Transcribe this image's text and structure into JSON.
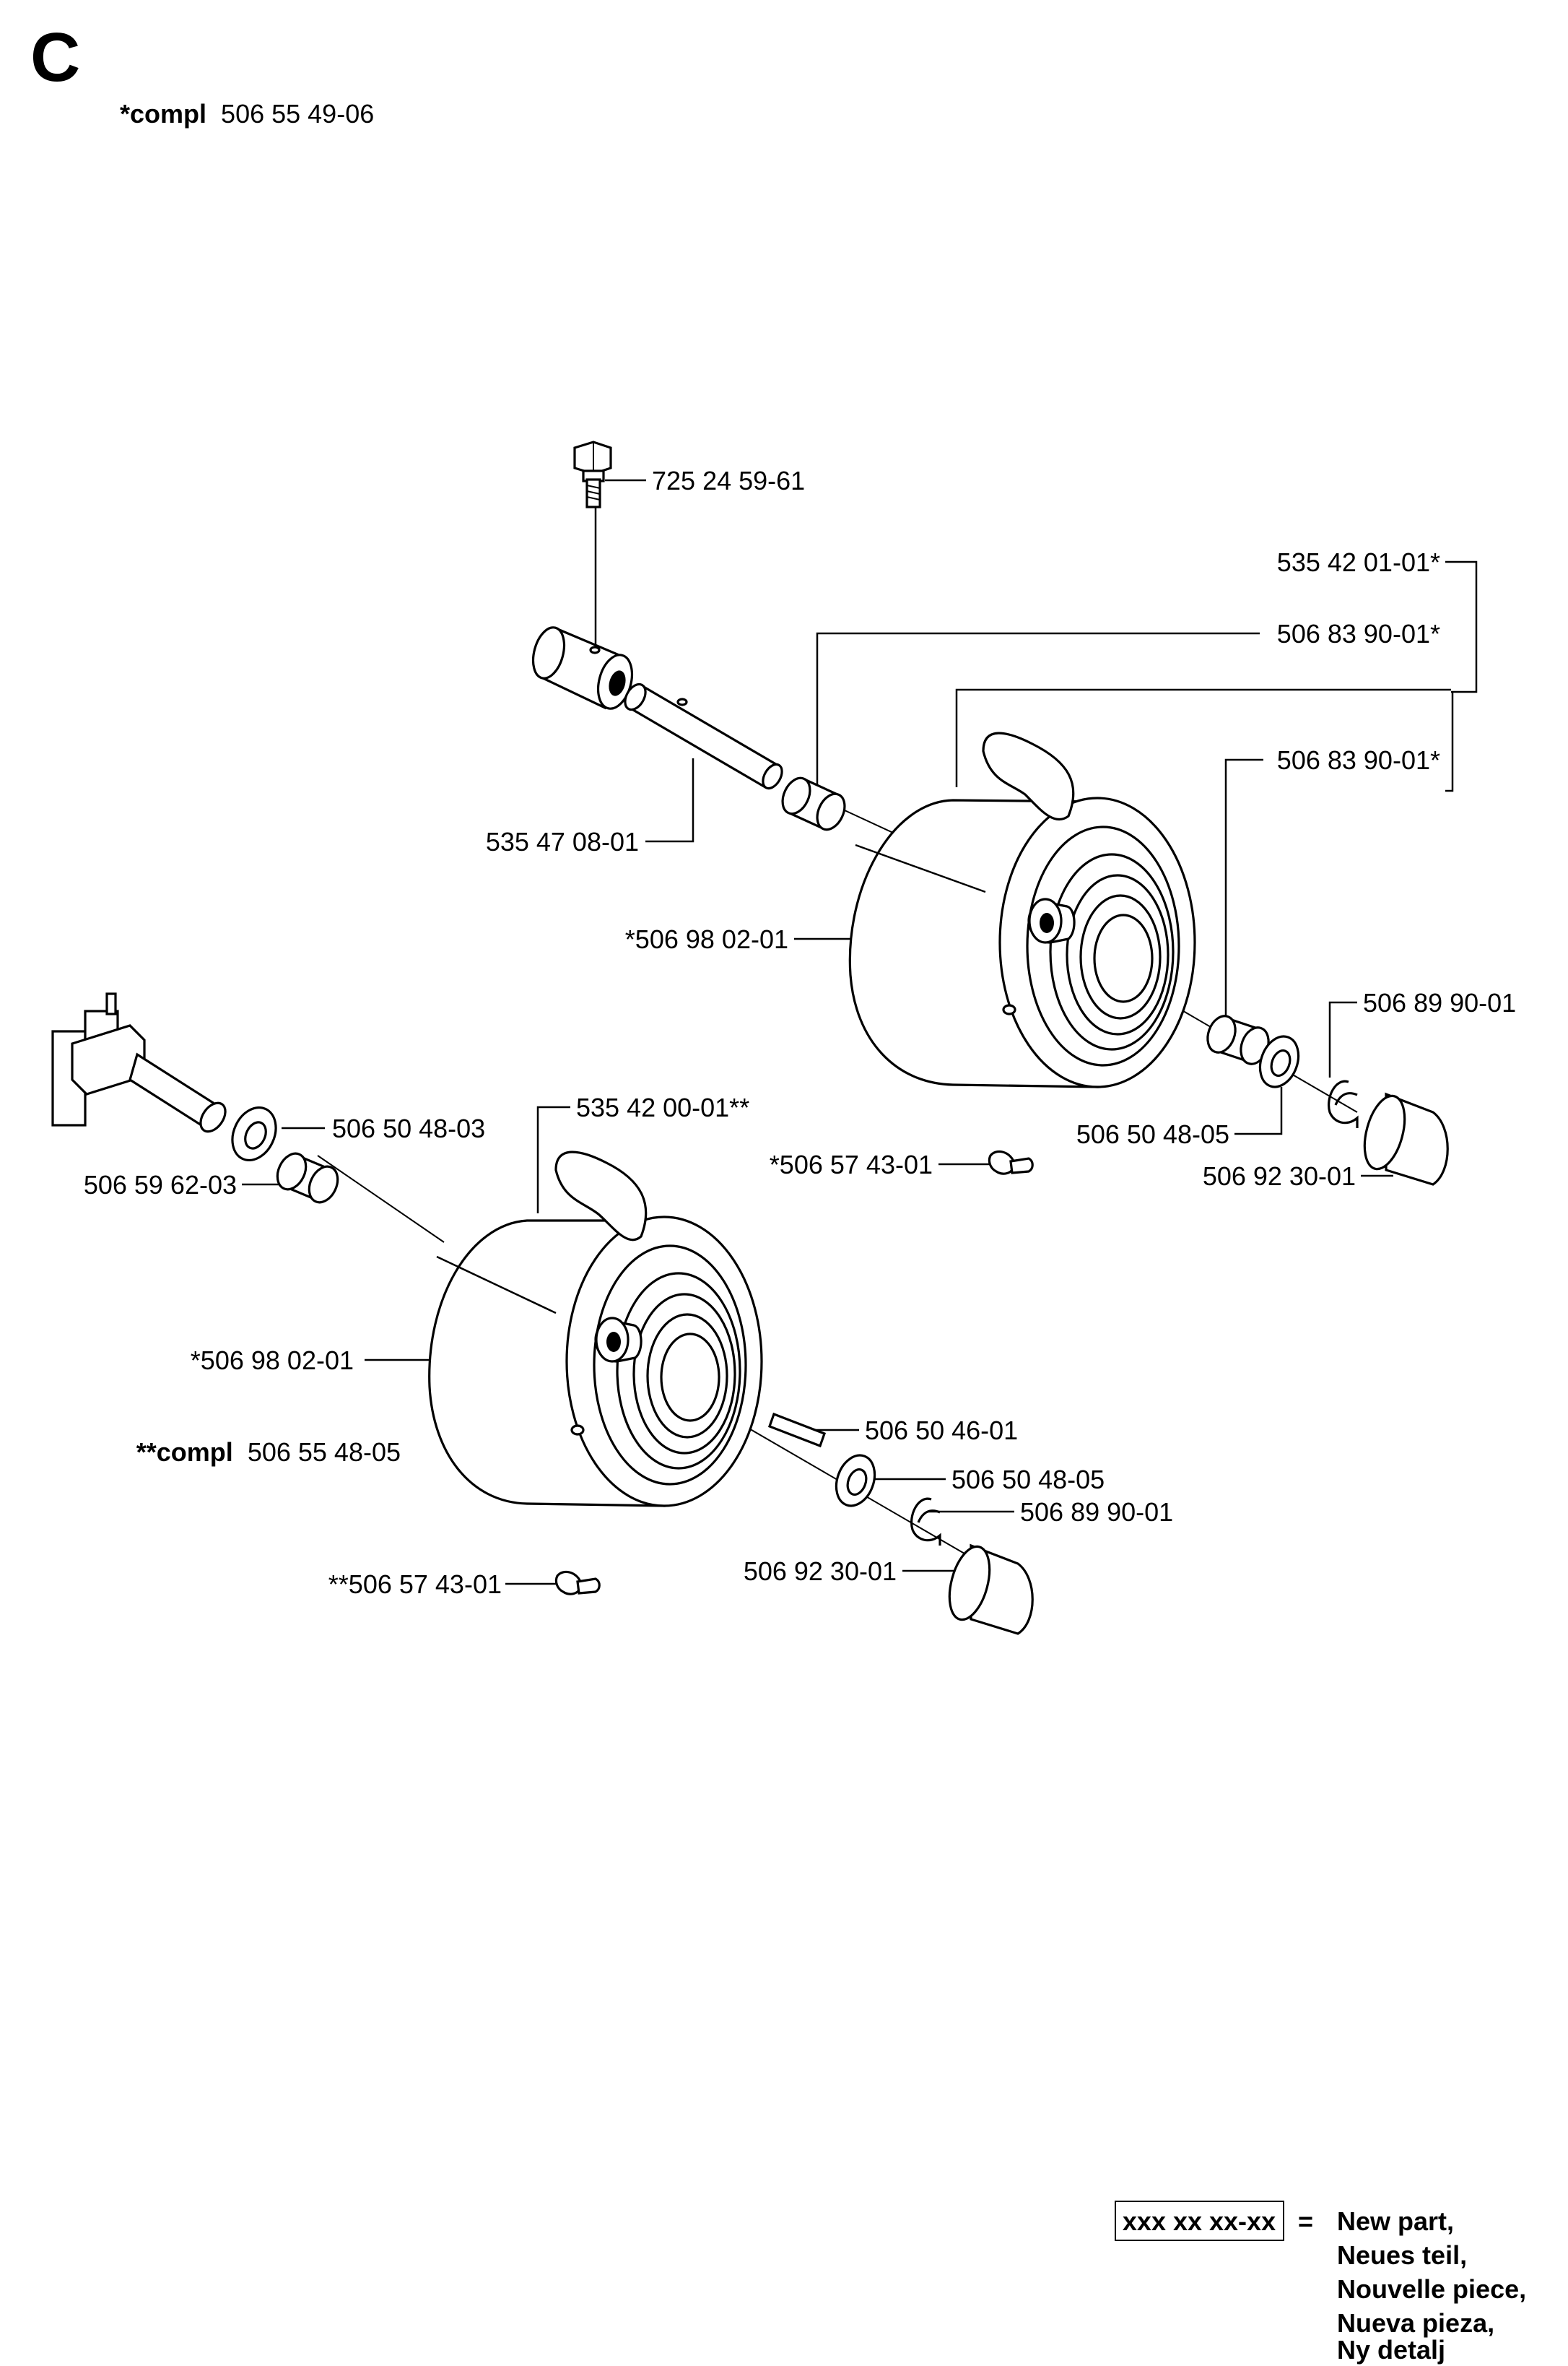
{
  "section_letter": "C",
  "assembly_notes": {
    "upper": {
      "prefix": "*compl",
      "number": "506 55 49-06"
    },
    "lower": {
      "prefix": "**compl",
      "number": "506 55 48-05"
    }
  },
  "parts": {
    "bolt": "725 24 59-61",
    "upper_kit": "535 42 01-01*",
    "upper_bushing_inner": "506 83 90-01*",
    "upper_bushing_outer": "506 83 90-01*",
    "upper_axle": "535 47 08-01",
    "upper_wheel": "*506 98 02-01",
    "upper_clip": "506 89 90-01",
    "upper_washer": "506 50 48-05",
    "upper_cap": "506 92 30-01",
    "upper_valve": "*506 57 43-01",
    "lower_kit": "535 42 00-01**",
    "lower_washer_inner": "506 50 48-03",
    "lower_bushing": "506 59 62-03",
    "lower_wheel": "*506 98 02-01",
    "lower_key": "506 50 46-01",
    "lower_washer_outer": "506 50 48-05",
    "lower_clip": "506 89 90-01",
    "lower_cap": "506 92 30-01",
    "lower_valve": "**506 57 43-01"
  },
  "legend": {
    "sample": "xxx xx xx-xx",
    "equals": "=",
    "lines": [
      "New part,",
      "Neues teil,",
      "Nouvelle piece,",
      "Nueva pieza,",
      "Ny detalj"
    ]
  }
}
